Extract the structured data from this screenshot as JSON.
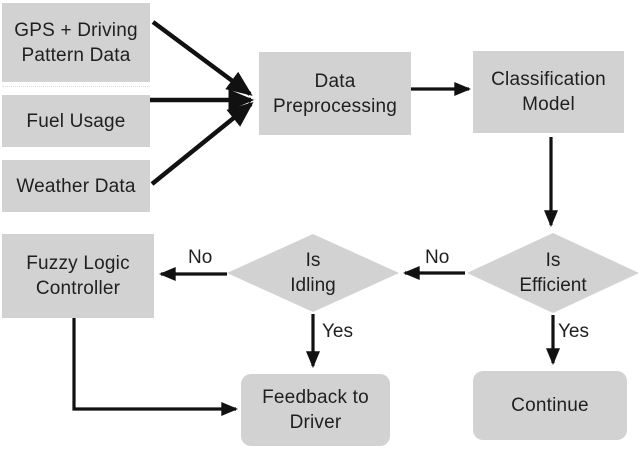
{
  "figure": {
    "type": "flowchart",
    "description": "Driver efficiency feedback system flow diagram"
  },
  "colors": {
    "node_fill": "#d2d2d2",
    "line": "#111111",
    "text": "#1f1f1f",
    "background": "#ffffff"
  },
  "nodes": {
    "gps": {
      "line1": "GPS + Driving",
      "line2": "Pattern Data"
    },
    "fuel": {
      "line1": "Fuel Usage"
    },
    "weather": {
      "line1": "Weather Data"
    },
    "preprocessing": {
      "line1": "Data",
      "line2": "Preprocessing"
    },
    "classification": {
      "line1": "Classification",
      "line2": "Model"
    },
    "efficient": {
      "line1": "Is",
      "line2": "Efficient"
    },
    "idling": {
      "line1": "Is",
      "line2": "Idling"
    },
    "fuzzy": {
      "line1": "Fuzzy Logic",
      "line2": "Controller"
    },
    "feedback": {
      "line1": "Feedback to",
      "line2": "Driver"
    },
    "continue": {
      "line1": "Continue"
    }
  },
  "edge_labels": {
    "efficient_no": "No",
    "efficient_yes": "Yes",
    "idling_no": "No",
    "idling_yes": "Yes"
  }
}
